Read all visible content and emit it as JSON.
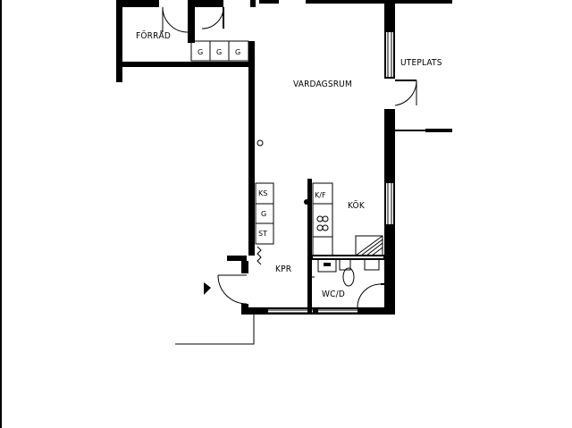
{
  "rooms": {
    "forrad": "FÖRRÅD",
    "vardagsrum": "VARDAGSRUM",
    "uteplats": "UTEPLATS",
    "kok": "KÖK",
    "kpr": "KPR",
    "wcd": "WC/D"
  },
  "fixtures": {
    "g1": "G",
    "g2": "G",
    "g3": "G",
    "ks": "KS",
    "g4": "G",
    "st": "ST",
    "kf": "K/F"
  }
}
